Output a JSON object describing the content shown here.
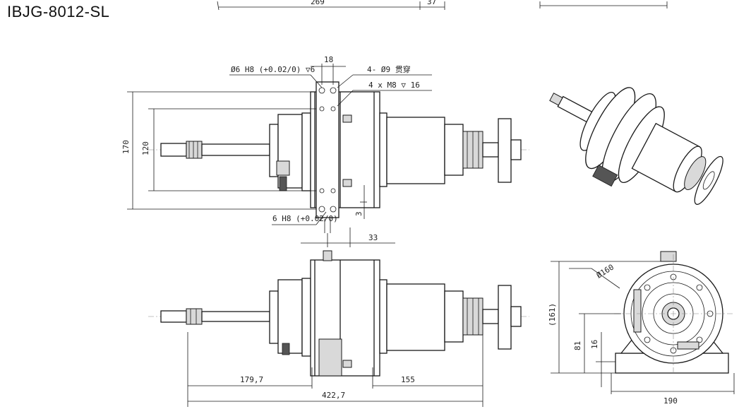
{
  "title": "IBJG-8012-SL",
  "dims": {
    "top_partial_a": "269",
    "top_partial_b": "37",
    "d170": "170",
    "d120": "120",
    "d18": "18",
    "bore_callout": "Ø6 H8 (+0.02/0) ▽6",
    "holes_callout": "4- Ø9 贯穿",
    "thread_callout": "4 x M8 ▽ 16",
    "pin_callout": "6 H8 (+0.02/0)",
    "d3": "3",
    "d33": "33",
    "d179": "179,7",
    "d155": "155",
    "d422": "422,7",
    "d160": "Ø160",
    "d161": "(161)",
    "d81": "81",
    "d16": "16",
    "d190": "190"
  }
}
